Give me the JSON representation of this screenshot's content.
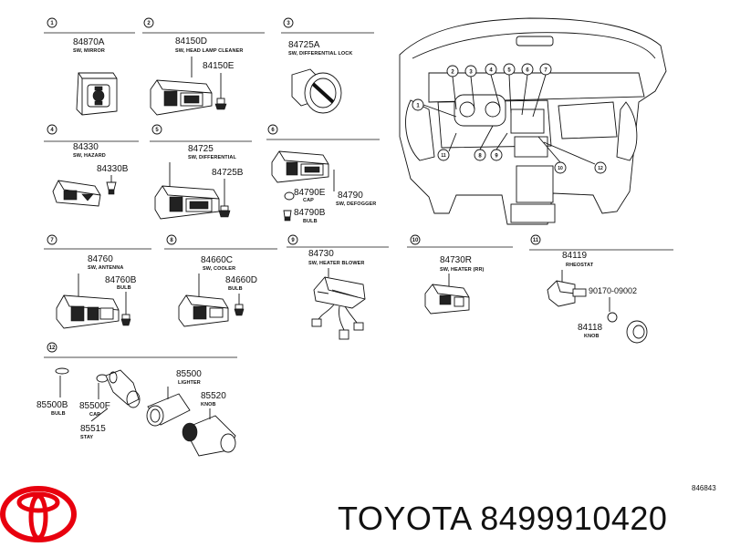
{
  "brand": {
    "name": "TOYOTA",
    "part_number": "8499910420",
    "text": "TOYOTA 8499910420",
    "logo_color": "#e8000e"
  },
  "reference_code": "846843",
  "sections": [
    {
      "num": "1",
      "parts": [
        {
          "pn": "84870A",
          "desc": "SW, MIRROR"
        }
      ]
    },
    {
      "num": "2",
      "parts": [
        {
          "pn": "84150D",
          "desc": "SW, HEAD LAMP CLEANER"
        },
        {
          "pn": "84150E",
          "desc": ""
        }
      ]
    },
    {
      "num": "3",
      "parts": [
        {
          "pn": "84725A",
          "desc": "SW, DIFFERENTIAL LOCK"
        }
      ]
    },
    {
      "num": "4",
      "parts": [
        {
          "pn": "84330",
          "desc": "SW, HAZARD"
        },
        {
          "pn": "84330B",
          "desc": ""
        }
      ]
    },
    {
      "num": "5",
      "parts": [
        {
          "pn": "84725",
          "desc": "SW, DIFFERENTIAL"
        },
        {
          "pn": "84725B",
          "desc": ""
        }
      ]
    },
    {
      "num": "6",
      "parts": [
        {
          "pn": "84790",
          "desc": "SW, DEFOGGER"
        },
        {
          "pn": "84790E",
          "desc": "CAP"
        },
        {
          "pn": "84790B",
          "desc": "BULB"
        }
      ]
    },
    {
      "num": "7",
      "parts": [
        {
          "pn": "84760",
          "desc": "SW, ANTENNA"
        },
        {
          "pn": "84760B",
          "desc": "BULB"
        }
      ]
    },
    {
      "num": "8",
      "parts": [
        {
          "pn": "84660C",
          "desc": "SW, COOLER"
        },
        {
          "pn": "84660D",
          "desc": "BULB"
        }
      ]
    },
    {
      "num": "9",
      "parts": [
        {
          "pn": "84730",
          "desc": "SW, HEATER BLOWER"
        }
      ]
    },
    {
      "num": "10",
      "parts": [
        {
          "pn": "84730R",
          "desc": "SW, HEATER (RR)"
        }
      ]
    },
    {
      "num": "11",
      "parts": [
        {
          "pn": "84119",
          "desc": "RHEOSTAT"
        },
        {
          "pn": "90170-09002",
          "desc": ""
        },
        {
          "pn": "84118",
          "desc": "KNOB"
        }
      ]
    },
    {
      "num": "12",
      "parts": [
        {
          "pn": "85500",
          "desc": "LIGHTER"
        },
        {
          "pn": "85520",
          "desc": "KNOB"
        },
        {
          "pn": "85500B",
          "desc": "BULB"
        },
        {
          "pn": "85500F",
          "desc": "CAP"
        },
        {
          "pn": "85515",
          "desc": "STAY"
        }
      ]
    }
  ],
  "overview_callouts": [
    "1",
    "2",
    "3",
    "4",
    "5",
    "6",
    "7",
    "8",
    "9",
    "10",
    "11",
    "12"
  ]
}
